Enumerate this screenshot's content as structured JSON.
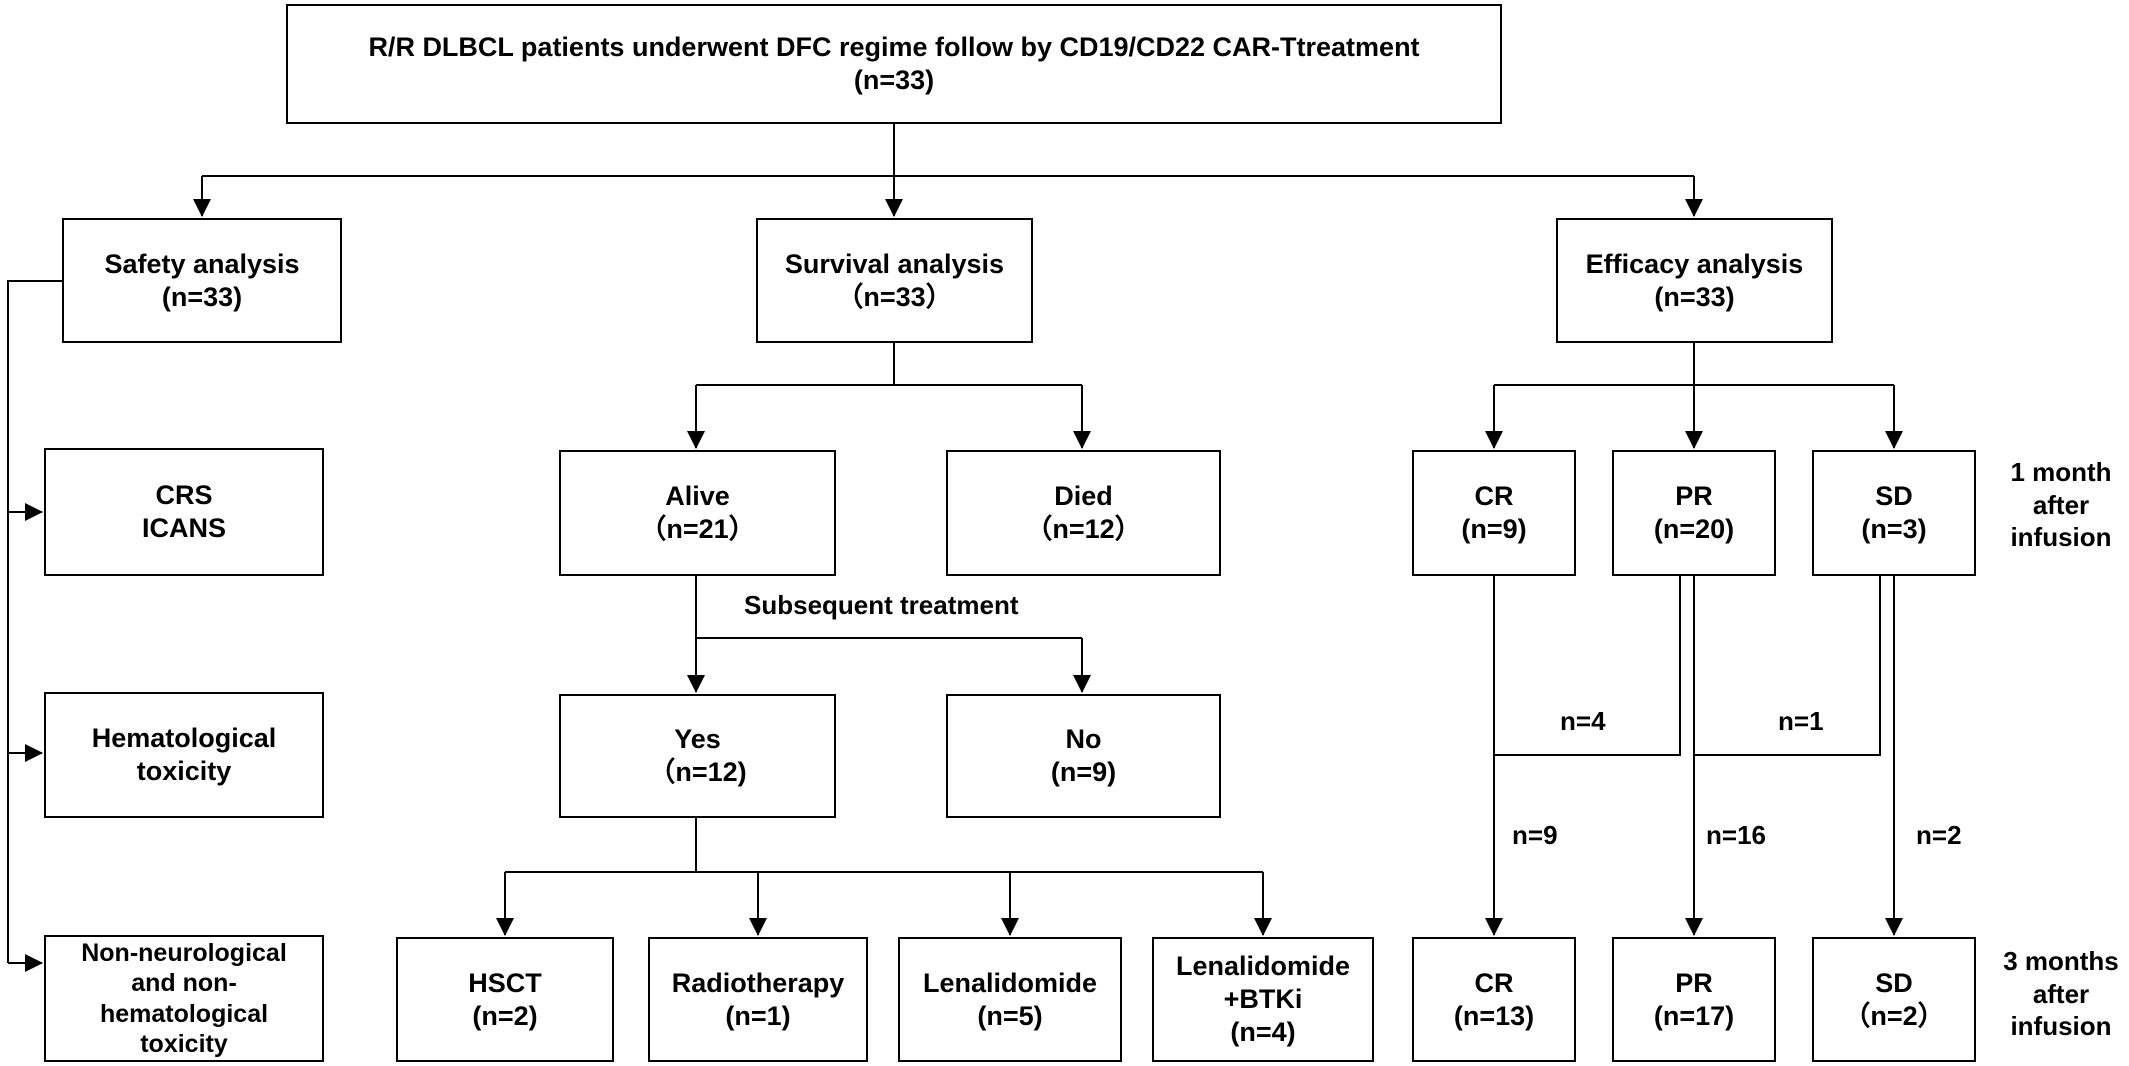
{
  "root": {
    "line1": "R/R DLBCL patients underwent DFC regime follow by CD19/CD22 CAR-Ttreatment",
    "line2": "(n=33)"
  },
  "safety": {
    "line1": "Safety analysis",
    "line2": "(n=33)"
  },
  "survival": {
    "line1": "Survival analysis",
    "line2": "（n=33）"
  },
  "efficacy": {
    "line1": "Efficacy analysis",
    "line2": "(n=33)"
  },
  "safety_items": {
    "crs": {
      "line1": "CRS",
      "line2": "ICANS"
    },
    "hema": {
      "line1": "Hematological",
      "line2": "toxicity"
    },
    "nonneuro": {
      "line1": "Non-neurological",
      "line2": "and non-",
      "line3": "hematological",
      "line4": "toxicity"
    }
  },
  "alive": {
    "line1": "Alive",
    "line2": "（n=21）"
  },
  "died": {
    "line1": "Died",
    "line2": "（n=12）"
  },
  "subsequent_label": "Subsequent treatment",
  "yes": {
    "line1": "Yes",
    "line2": "（n=12)"
  },
  "no": {
    "line1": "No",
    "line2": "(n=9)"
  },
  "treatments": {
    "hsct": {
      "line1": "HSCT",
      "line2": "(n=2)"
    },
    "radio": {
      "line1": "Radiotherapy",
      "line2": "(n=1)"
    },
    "lena": {
      "line1": "Lenalidomide",
      "line2": "(n=5)"
    },
    "lenabtk": {
      "line1": "Lenalidomide",
      "line2": "+BTKi",
      "line3": "(n=4)"
    }
  },
  "month1": {
    "cr": {
      "line1": "CR",
      "line2": "(n=9)"
    },
    "pr": {
      "line1": "PR",
      "line2": "(n=20)"
    },
    "sd": {
      "line1": "SD",
      "line2": "(n=3)"
    }
  },
  "month3": {
    "cr": {
      "line1": "CR",
      "line2": "(n=13)"
    },
    "pr": {
      "line1": "PR",
      "line2": "(n=17)"
    },
    "sd": {
      "line1": "SD",
      "line2": "（n=2）"
    }
  },
  "transitions": {
    "pr_to_cr": "n=4",
    "sd_to_pr": "n=1",
    "cr_stay": "n=9",
    "pr_stay": "n=16",
    "sd_stay": "n=2"
  },
  "timepoints": {
    "t1": {
      "line1": "1 month",
      "line2": "after",
      "line3": "infusion"
    },
    "t3": {
      "line1": "3 months",
      "line2": "after",
      "line3": "infusion"
    }
  }
}
